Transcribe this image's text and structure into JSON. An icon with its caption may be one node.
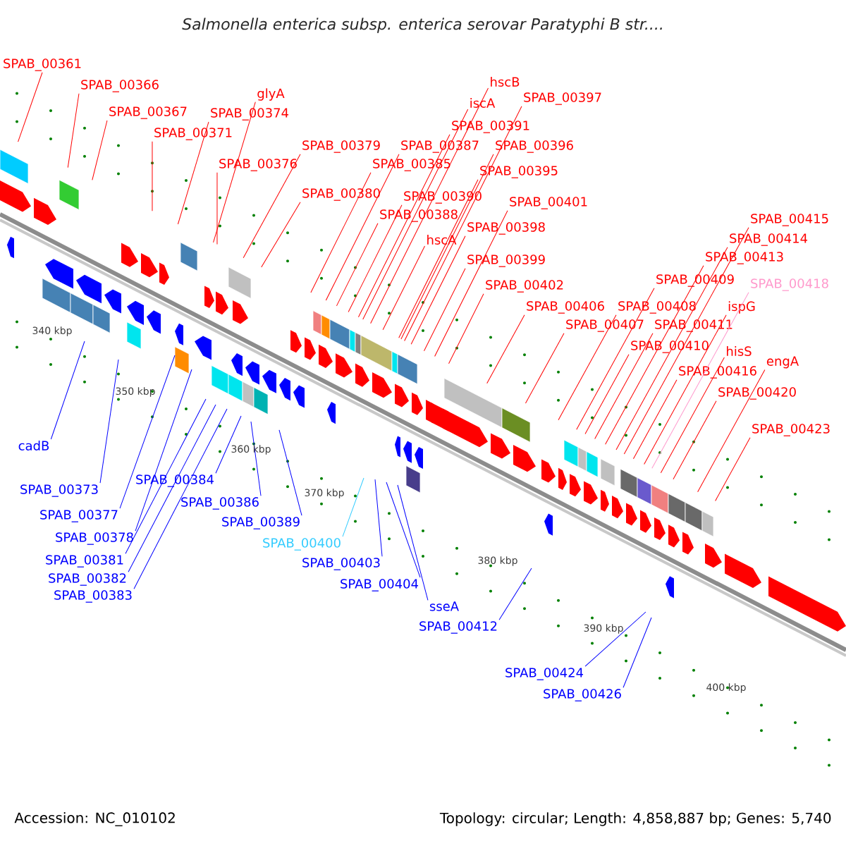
{
  "diagram": {
    "title": "Salmonella enterica subsp. enterica serovar Paratyphi B str....",
    "nodes": [
      {
        "text": [
          "SPAB_00361"
        ]
      },
      {
        "text": [
          "SPAB_00366"
        ]
      },
      {
        "text": [
          "SPAB_00367"
        ]
      },
      {
        "text": [
          "SPAB_00371"
        ]
      },
      {
        "text": [
          "glyA"
        ]
      },
      {
        "text": [
          "SPAB_00374"
        ]
      },
      {
        "text": [
          "SPAB_00376"
        ]
      },
      {
        "text": [
          "SPAB_00379"
        ]
      },
      {
        "text": [
          "SPAB_00380"
        ]
      },
      {
        "text": [
          "hscB"
        ]
      },
      {
        "text": [
          "iscA"
        ]
      },
      {
        "text": [
          "SPAB_00391"
        ]
      },
      {
        "text": [
          "SPAB_00397"
        ]
      },
      {
        "text": [
          "SPAB_00387"
        ]
      },
      {
        "text": [
          "SPAB_00385"
        ]
      },
      {
        "text": [
          "SPAB_00396"
        ]
      },
      {
        "text": [
          "SPAB_00395"
        ]
      },
      {
        "text": [
          "SPAB_00390"
        ]
      },
      {
        "text": [
          "SPAB_00388"
        ]
      },
      {
        "text": [
          "hscA"
        ]
      },
      {
        "text": [
          "SPAB_00398"
        ]
      },
      {
        "text": [
          "SPAB_00401"
        ]
      },
      {
        "text": [
          "SPAB_00399"
        ]
      },
      {
        "text": [
          "SPAB_00402"
        ]
      },
      {
        "text": [
          "SPAB_00406"
        ]
      },
      {
        "text": [
          "SPAB_00407"
        ]
      },
      {
        "text": [
          "SPAB_00408"
        ]
      },
      {
        "text": [
          "SPAB_00409"
        ]
      },
      {
        "text": [
          "SPAB_00411"
        ]
      },
      {
        "text": [
          "SPAB_00410"
        ]
      },
      {
        "text": [
          "SPAB_00413"
        ]
      },
      {
        "text": [
          "SPAB_00414"
        ]
      },
      {
        "text": [
          "SPAB_00415"
        ]
      },
      {
        "text": [
          "SPAB_00418"
        ]
      },
      {
        "text": [
          "ispG"
        ]
      },
      {
        "text": [
          "hisS"
        ]
      },
      {
        "text": [
          "SPAB_00416"
        ]
      },
      {
        "text": [
          "engA"
        ]
      },
      {
        "text": [
          "SPAB_00420"
        ]
      },
      {
        "text": [
          "SPAB_00423"
        ]
      },
      {
        "text": [
          "cadB"
        ]
      },
      {
        "text": [
          "SPAB_00373"
        ]
      },
      {
        "text": [
          "SPAB_00377"
        ]
      },
      {
        "text": [
          "SPAB_00378"
        ]
      },
      {
        "text": [
          "SPAB_00381"
        ]
      },
      {
        "text": [
          "SPAB_00382"
        ]
      },
      {
        "text": [
          "SPAB_00383"
        ]
      },
      {
        "text": [
          "SPAB_00384"
        ]
      },
      {
        "text": [
          "SPAB_00386"
        ]
      },
      {
        "text": [
          "SPAB_00389"
        ]
      },
      {
        "text": [
          "SPAB_00400"
        ]
      },
      {
        "text": [
          "SPAB_00403"
        ]
      },
      {
        "text": [
          "SPAB_00404"
        ]
      },
      {
        "text": [
          "sseA"
        ]
      },
      {
        "text": [
          "SPAB_00412"
        ]
      },
      {
        "text": [
          "SPAB_00424"
        ]
      },
      {
        "text": [
          "SPAB_00426"
        ]
      }
    ],
    "edges": [
      {
        "from": 0,
        "to": null,
        "arrow": "none"
      },
      {
        "from": 1,
        "to": null,
        "arrow": "none"
      },
      {
        "from": 2,
        "to": null,
        "arrow": "none"
      },
      {
        "from": 3,
        "to": null,
        "arrow": "none"
      },
      {
        "from": 4,
        "to": null,
        "arrow": "none"
      },
      {
        "from": 5,
        "to": null,
        "arrow": "none"
      },
      {
        "from": 6,
        "to": null,
        "arrow": "none"
      },
      {
        "from": 7,
        "to": null,
        "arrow": "none"
      },
      {
        "from": 8,
        "to": null,
        "arrow": "none"
      },
      {
        "from": 9,
        "to": null,
        "arrow": "none"
      },
      {
        "from": 10,
        "to": null,
        "arrow": "none"
      },
      {
        "from": 11,
        "to": null,
        "arrow": "none"
      },
      {
        "from": 12,
        "to": null,
        "arrow": "none"
      },
      {
        "from": 13,
        "to": null,
        "arrow": "none"
      },
      {
        "from": 14,
        "to": null,
        "arrow": "none"
      },
      {
        "from": 15,
        "to": null,
        "arrow": "none"
      },
      {
        "from": 16,
        "to": null,
        "arrow": "none"
      },
      {
        "from": 17,
        "to": null,
        "arrow": "none"
      },
      {
        "from": 18,
        "to": null,
        "arrow": "none"
      },
      {
        "from": 19,
        "to": null,
        "arrow": "none"
      },
      {
        "from": 20,
        "to": null,
        "arrow": "none"
      },
      {
        "from": 21,
        "to": null,
        "arrow": "none"
      },
      {
        "from": 22,
        "to": null,
        "arrow": "none"
      },
      {
        "from": 23,
        "to": null,
        "arrow": "none"
      },
      {
        "from": 24,
        "to": null,
        "arrow": "none"
      },
      {
        "from": 25,
        "to": null,
        "arrow": "none"
      },
      {
        "from": 26,
        "to": null,
        "arrow": "none"
      },
      {
        "from": 27,
        "to": null,
        "arrow": "none"
      },
      {
        "from": 28,
        "to": null,
        "arrow": "none"
      },
      {
        "from": 29,
        "to": null,
        "arrow": "none"
      },
      {
        "from": 30,
        "to": null,
        "arrow": "none"
      },
      {
        "from": 31,
        "to": null,
        "arrow": "none"
      },
      {
        "from": 32,
        "to": null,
        "arrow": "none"
      },
      {
        "from": 33,
        "to": null,
        "arrow": "none",
        "color": "#ff99cc"
      },
      {
        "from": 34,
        "to": null,
        "arrow": "none"
      },
      {
        "from": 35,
        "to": null,
        "arrow": "none"
      },
      {
        "from": 36,
        "to": null,
        "arrow": "none"
      },
      {
        "from": 37,
        "to": null,
        "arrow": "none"
      },
      {
        "from": 38,
        "to": null,
        "arrow": "none"
      },
      {
        "from": 39,
        "to": null,
        "arrow": "none"
      },
      {
        "from": 40,
        "to": null,
        "arrow": "none",
        "color": "#0000ff"
      },
      {
        "from": 41,
        "to": null,
        "arrow": "none",
        "color": "#0000ff"
      },
      {
        "from": 42,
        "to": null,
        "arrow": "none",
        "color": "#0000ff"
      },
      {
        "from": 43,
        "to": null,
        "arrow": "none",
        "color": "#0000ff"
      },
      {
        "from": 44,
        "to": null,
        "arrow": "none",
        "color": "#0000ff"
      },
      {
        "from": 45,
        "to": null,
        "arrow": "none",
        "color": "#0000ff"
      },
      {
        "from": 46,
        "to": null,
        "arrow": "none",
        "color": "#0000ff"
      },
      {
        "from": 47,
        "to": null,
        "arrow": "none",
        "color": "#0000ff"
      },
      {
        "from": 48,
        "to": null,
        "arrow": "none",
        "color": "#0000ff"
      },
      {
        "from": 49,
        "to": null,
        "arrow": "none",
        "color": "#0000ff"
      },
      {
        "from": 50,
        "to": null,
        "arrow": "none",
        "color": "#33ccff"
      },
      {
        "from": 51,
        "to": null,
        "arrow": "none",
        "color": "#0000ff"
      },
      {
        "from": 52,
        "to": null,
        "arrow": "none",
        "color": "#0000ff"
      },
      {
        "from": 53,
        "to": null,
        "arrow": "none",
        "color": "#0000ff"
      },
      {
        "from": 54,
        "to": null,
        "arrow": "none",
        "color": "#0000ff"
      },
      {
        "from": 55,
        "to": null,
        "arrow": "none",
        "color": "#0000ff"
      },
      {
        "from": 56,
        "to": null,
        "arrow": "none",
        "color": "#0000ff"
      }
    ],
    "labels": [
      "340 kbp",
      "350 kbp",
      "360 kbp",
      "370 kbp",
      "380 kbp",
      "390 kbp",
      "400 kbp",
      "Accession: NC_010102",
      "Topology: circular; Length: 4,858,887 bp; Genes: 5,740"
    ]
  }
}
